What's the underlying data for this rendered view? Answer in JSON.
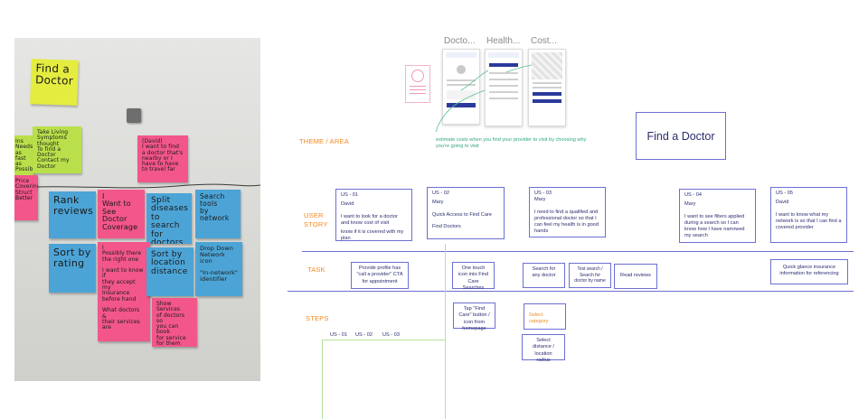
{
  "photo": {
    "notes": {
      "find_doctor": "Find a Doctor",
      "green_left": "Ins\nNeeds\nas fast\nas\nPossible",
      "green_mid": "Take Living\nSymptoms thought\nTo find a\nDoctor\nContact my\nDoctor",
      "pink_top": "(David)\nI want to find\na doctor that's\nnearby or I\nhave to have\nto travel far",
      "pink_left": "Price\nCovering\nStruct\nBetter",
      "blue_rank": "Rank reviews",
      "pink_mid": "I\nWant to\nSee\nDoctor\nCoverage",
      "blue_split": "Split\ndiseases\nto search\nfor doctors",
      "blue_search": "Search tools\nby network",
      "blue_sort": "Sort by rating",
      "pink_bottom": "I\nPossibly there\nthe right one\n\nI want to know if\nthey accept my\nInsurance\nbefore hand\n\nWhat doctors &\ntheir services\nare",
      "blue_sortdist": "Sort by\nlocation\ndistance",
      "blue_network": "Drop Down\nNetwork icon\n\n\"In-network\"\nidentifier",
      "pink_right": "Show Services\nof doctors so\nyou can book\nfor service\nfor them"
    }
  },
  "screens": {
    "titles": [
      "Docto...",
      "Health...",
      "Cost..."
    ],
    "caption": "estimate costs when you find your provider to visit by choosing why you're going to visit"
  },
  "board": {
    "headline": "Find a Doctor",
    "rows": {
      "theme": "THEME / AREA",
      "user_story_1": "USER",
      "user_story_2": "STORY",
      "task": "TASK",
      "steps": "STEPS"
    },
    "stories": [
      {
        "id": "US - 01",
        "name": "David",
        "text": "I want to look for a doctor and know cost of visit",
        "extra": "know if it is covered with my plan"
      },
      {
        "id": "US - 02",
        "name": "Mary",
        "text": "Quick Access to Find Care",
        "extra": "Find Doctors"
      },
      {
        "id": "US - 03",
        "name": "Mary",
        "text": "I need to find a qualified and professional doctor so that I can feel my health is in good hands",
        "extra": ""
      },
      {
        "id": "US - 04",
        "name": "Mary",
        "text": "I want to see filters applied during a search so I can know how I have narrowed my search",
        "extra": ""
      },
      {
        "id": "US - 05",
        "name": "David",
        "text": "I want to know what my network is so that I can find a covered provider",
        "extra": ""
      }
    ],
    "tasks": [
      "Provide profile has \"call a provider\" CTA for appointment",
      "One touch icon into Find Care Searches",
      "Search for any doctor",
      "Text search / Search for doctor by name",
      "Read reviews",
      "Quick glance insurance information for referencing"
    ],
    "steps": [
      "Tap \"Find Care\" button / icon from homepage",
      "Select category",
      "Select distance / location radius"
    ],
    "step_markers": [
      "US - 01",
      "US - 02",
      "US - 03"
    ],
    "colors": {
      "accent": "#6c6fd4",
      "label": "#f08a1d",
      "connector": "#b6e29a",
      "caption": "#2fa87d"
    }
  }
}
